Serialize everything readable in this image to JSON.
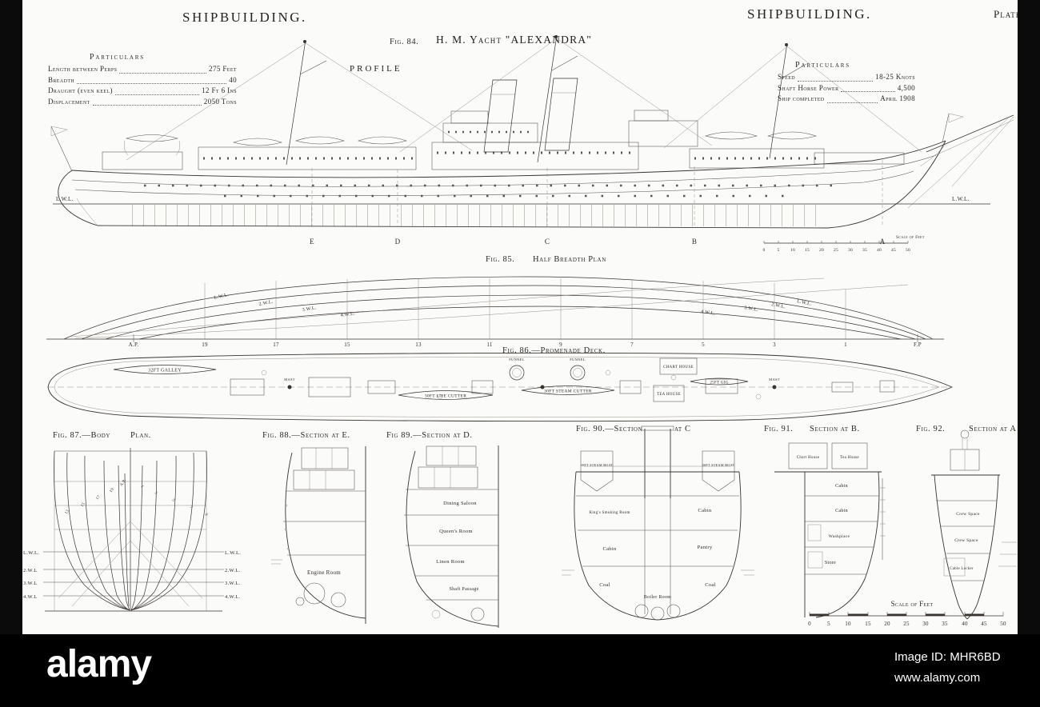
{
  "page": {
    "header_left": "SHIPBUILDING.",
    "header_right": "SHIPBUILDING.",
    "plate_no": "Plate X."
  },
  "fig84": {
    "fig_no": "Fig. 84.",
    "title": "H. M. Yacht \"ALEXANDRA\"",
    "view_label": "PROFILE",
    "particulars_left": {
      "heading": "Particulars",
      "rows": [
        {
          "label": "Length between Perps",
          "value": "275 Feet"
        },
        {
          "label": "Breadth",
          "value": "40"
        },
        {
          "label": "Draught (even keel)",
          "value": "12 Ft 6 Ins"
        },
        {
          "label": "Displacement",
          "value": "2050 Tons"
        }
      ]
    },
    "particulars_right": {
      "heading": "Particulars",
      "rows": [
        {
          "label": "Speed",
          "value": "18-25 Knots"
        },
        {
          "label": "Shaft Horse Power",
          "value": "4,500"
        },
        {
          "label": "Ship completed",
          "value": "April 1908"
        }
      ]
    },
    "lwl_left": "L.W.L.",
    "lwl_right": "L.W.L.",
    "stations": [
      "E",
      "D",
      "C",
      "B",
      "A"
    ],
    "scale_label": "Scale of Feet",
    "scale_ticks": [
      "0",
      "5",
      "10",
      "15",
      "20",
      "25",
      "30",
      "35",
      "40",
      "45",
      "50"
    ]
  },
  "fig85": {
    "fig_no": "Fig. 85.",
    "title": "Half Breadth Plan",
    "wl_labels_left": [
      "L.W.L.",
      "2.W.L.",
      "3.W.L.",
      "4.W.L."
    ],
    "wl_labels_right": [
      "4.W.L.",
      "3.W.L.",
      "2.W.L.",
      "L.W.L."
    ],
    "stations": [
      "A.P.",
      "19",
      "17",
      "15",
      "13",
      "11",
      "9",
      "7",
      "5",
      "3",
      "1",
      "F.P"
    ]
  },
  "fig86": {
    "caption": "Fig. 86.—Promenade Deck.",
    "galley": "32FT GALLEY",
    "life_cutter": "30FT LIFE CUTTER",
    "steam_cutter": "30FT STEAM CUTTER",
    "gig": "25FT GIG",
    "tea_house": "TEA HOUSE",
    "chart_house": "CHART HOUSE",
    "mast": "MAST",
    "funnel": "FUNNEL"
  },
  "fig87": {
    "fig_no": "Fig. 87.—Body",
    "title": "Plan.",
    "wl_labels_left": [
      "L.W.L.",
      "2.W.L",
      "3.W.L",
      "4.W.L"
    ],
    "wl_labels_right": [
      "L.W.L.",
      "2.W.L.",
      "3.W.L.",
      "4.W.L."
    ],
    "station_labels_left": [
      "A.P.",
      "19",
      "17",
      "15",
      "13"
    ],
    "station_labels_right": [
      "1",
      "3",
      "5",
      "7",
      "9"
    ]
  },
  "fig88": {
    "caption": "Fig. 88.—Section at E.",
    "engine_room": "Engine Room"
  },
  "fig89": {
    "caption": "Fig 89.—Section at D.",
    "dining_saloon": "Dining Saloon",
    "queens_room": "Queen's Room",
    "linen_room": "Linen Room",
    "shaft_passage": "Shaft Passage"
  },
  "fig90": {
    "fig_no": "Fig. 90.—Section",
    "title": "at C",
    "boat_left": "30FT STEAM BOAT",
    "boat_right": "30FT STEAM BOAT",
    "kings_smoking_room": "King's Smoking Room",
    "cabin_right": "Cabin",
    "cabin_left": "Cabin",
    "pantry": "Pantry",
    "coal_left": "Coal",
    "coal_right": "Coal",
    "boiler_room": "Boiler Room"
  },
  "fig91": {
    "fig_no": "Fig. 91.",
    "title": "Section at B.",
    "chart_house": "Chart House",
    "tea_house": "Tea House",
    "cabin_upper": "Cabin",
    "cabin_lower": "Cabin",
    "washplace": "Washplace",
    "store": "Store"
  },
  "fig92": {
    "fig_no": "Fig. 92.",
    "title": "Section at A",
    "crew_space_upper": "Crew Space",
    "crew_space_lower": "Crew Space",
    "cable_locker": "Cable Locker"
  },
  "scale_bottom": {
    "label": "Scale of Feet",
    "ticks": [
      "0",
      "5",
      "10",
      "15",
      "20",
      "25",
      "30",
      "35",
      "40",
      "45",
      "50"
    ]
  },
  "watermark": {
    "brand": "alamy",
    "image_id": "Image ID: MHR6BD",
    "site": "www.alamy.com"
  }
}
